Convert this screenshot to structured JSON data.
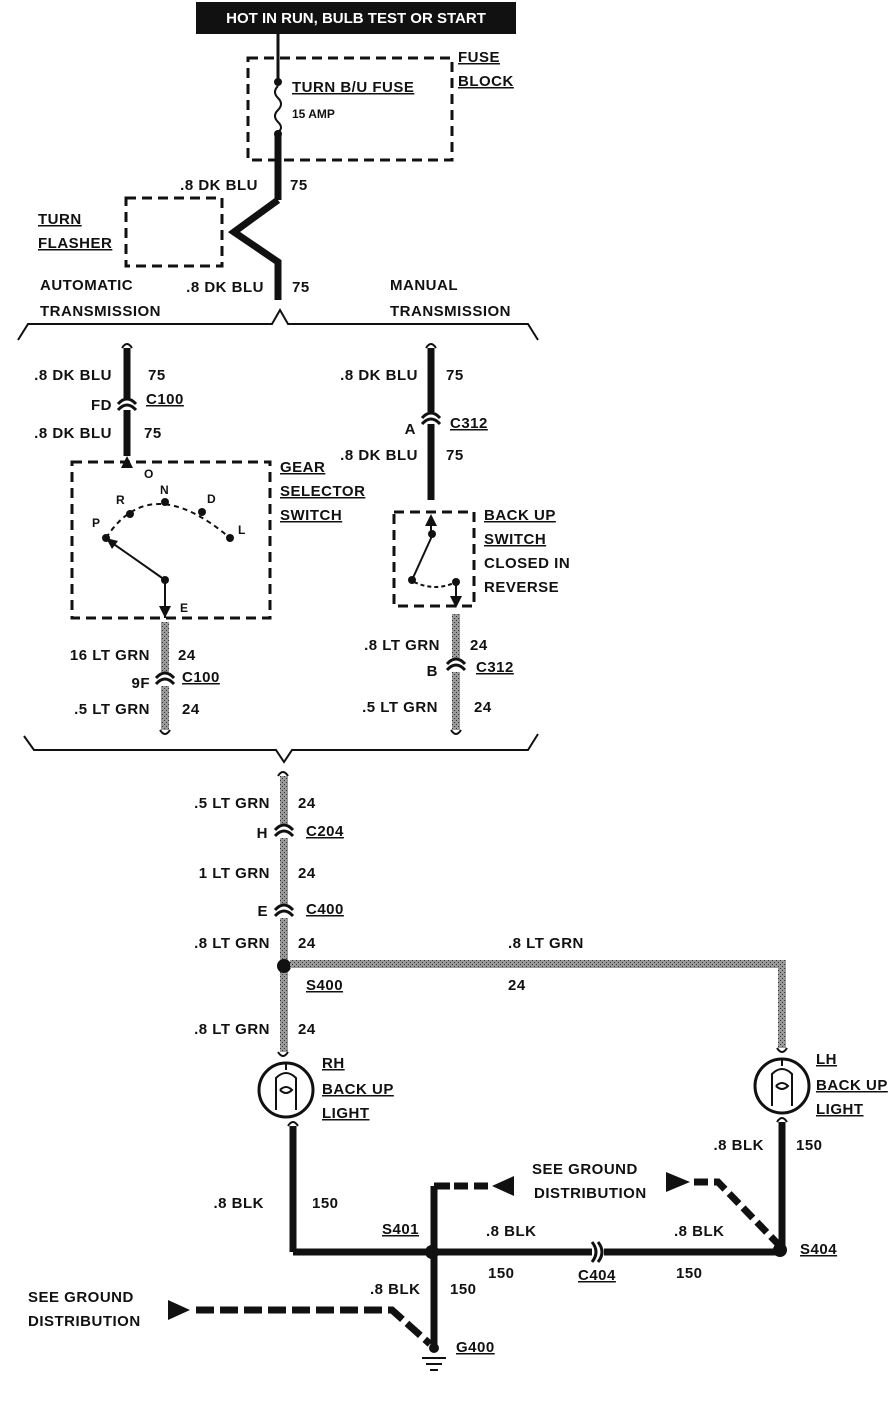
{
  "header": {
    "power_label": "HOT IN RUN, BULB TEST OR START"
  },
  "fuse_block": {
    "fuse_name": "TURN B/U FUSE",
    "fuse_rating": "15 AMP",
    "block_label_1": "FUSE",
    "block_label_2": "BLOCK"
  },
  "flasher": {
    "label_1": "TURN",
    "label_2": "FLASHER"
  },
  "top_wires": {
    "upper_size": ".8 DK BLU",
    "upper_circuit": "75",
    "lower_size": ".8 DK BLU",
    "lower_circuit": "75"
  },
  "branches": {
    "auto_1": "AUTOMATIC",
    "auto_2": "TRANSMISSION",
    "manual_1": "MANUAL",
    "manual_2": "TRANSMISSION"
  },
  "auto": {
    "w1_size": ".8 DK BLU",
    "w1_circuit": "75",
    "conn_pin": "FD",
    "conn_name": "C100",
    "w2_size": ".8 DK BLU",
    "w2_circuit": "75",
    "switch_1": "GEAR",
    "switch_2": "SELECTOR",
    "switch_3": "SWITCH",
    "pos_o": "O",
    "pos_r": "R",
    "pos_n": "N",
    "pos_d": "D",
    "pos_p": "P",
    "pos_l": "L",
    "pos_e": "E",
    "w3_size": "16 LT GRN",
    "w3_circuit": "24",
    "conn2_pin": "9F",
    "conn2_name": "C100",
    "w4_size": ".5 LT GRN",
    "w4_circuit": "24"
  },
  "manual": {
    "w1_size": ".8 DK BLU",
    "w1_circuit": "75",
    "conn_pin": "A",
    "conn_name": "C312",
    "w2_size": ".8 DK BLU",
    "w2_circuit": "75",
    "switch_1": "BACK UP",
    "switch_2": "SWITCH",
    "switch_3": "CLOSED IN",
    "switch_4": "REVERSE",
    "w3_size": ".8 LT GRN",
    "w3_circuit": "24",
    "conn2_pin": "B",
    "conn2_name": "C312",
    "w4_size": ".5 LT GRN",
    "w4_circuit": "24"
  },
  "main": {
    "w1_size": ".5 LT GRN",
    "w1_circuit": "24",
    "c204_pin": "H",
    "c204_name": "C204",
    "w2_size": "1 LT GRN",
    "w2_circuit": "24",
    "c400_pin": "E",
    "c400_name": "C400",
    "w3_size": ".8 LT GRN",
    "w3_circuit": "24",
    "splice_name": "S400",
    "w4_size": ".8 LT GRN",
    "w4_circuit": "24",
    "branch_size": ".8 LT GRN",
    "branch_circuit": "24"
  },
  "lights": {
    "rh_1": "RH",
    "rh_2": "BACK UP",
    "rh_3": "LIGHT",
    "lh_1": "LH",
    "lh_2": "BACK UP",
    "lh_3": "LIGHT"
  },
  "ground": {
    "rh_size": ".8 BLK",
    "rh_circuit": "150",
    "lh_size": ".8 BLK",
    "lh_circuit": "150",
    "s401": "S401",
    "s404": "S404",
    "c404": "C404",
    "mid1_size": ".8 BLK",
    "mid1_circuit": "150",
    "mid2_size": ".8 BLK",
    "mid2_circuit": "150",
    "down_size": ".8 BLK",
    "down_circuit": "150",
    "g400": "G400",
    "see_1a": "SEE GROUND",
    "see_1b": "DISTRIBUTION",
    "see_2a": "SEE GROUND",
    "see_2b": "DISTRIBUTION"
  }
}
